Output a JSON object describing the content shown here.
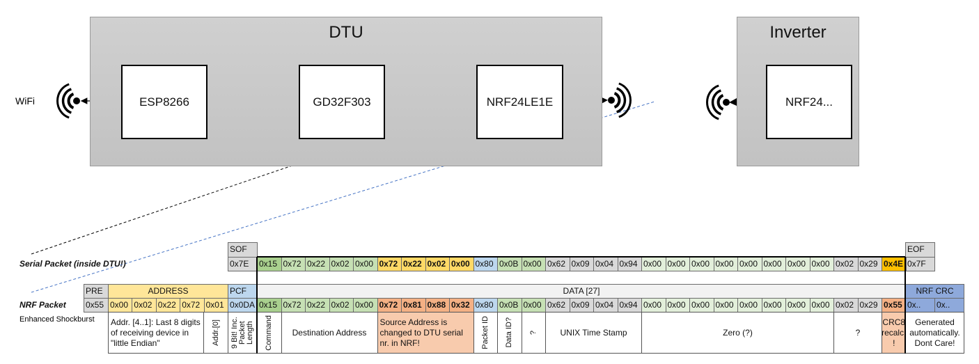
{
  "dtu": {
    "title": "DTU",
    "chips": [
      "ESP8266",
      "GD32F303",
      "NRF24LE1E"
    ]
  },
  "inverter": {
    "title": "Inverter",
    "chip": "NRF24..."
  },
  "wifi_label": "WiFi",
  "colors": {
    "orange_arrow": "#ed7d31",
    "green_arrow": "#70ad47",
    "serial_dash": "#000000",
    "nrf_dash": "#4472c4"
  },
  "serial": {
    "label": "Serial Packet (inside DTU!)",
    "sof_header": "SOF",
    "sof": "0x7E",
    "eof_header": "EOF",
    "eof": "0x7F",
    "bytes": [
      "0x15",
      "0x72",
      "0x22",
      "0x02",
      "0x00",
      "0x72",
      "0x22",
      "0x02",
      "0x00",
      "0x80",
      "0x0B",
      "0x00",
      "0x62",
      "0x09",
      "0x04",
      "0x94",
      "0x00",
      "0x00",
      "0x00",
      "0x00",
      "0x00",
      "0x00",
      "0x00",
      "0x00",
      "0x02",
      "0x29",
      "0x4E"
    ]
  },
  "nrf": {
    "label": "NRF Packet",
    "sublabel": "Enhanced Shockburst",
    "pre_header": "PRE",
    "pre": "0x55",
    "address_header": "ADDRESS",
    "address": [
      "0x00",
      "0x02",
      "0x22",
      "0x72",
      "0x01"
    ],
    "pcf_header": "PCF",
    "pcf": "0x0DA",
    "data_header": "DATA [27]",
    "bytes": [
      "0x15",
      "0x72",
      "0x22",
      "0x02",
      "0x00",
      "0x72",
      "0x81",
      "0x88",
      "0x32",
      "0x80",
      "0x0B",
      "0x00",
      "0x62",
      "0x09",
      "0x04",
      "0x94",
      "0x00",
      "0x00",
      "0x00",
      "0x00",
      "0x00",
      "0x00",
      "0x00",
      "0x00",
      "0x02",
      "0x29",
      "0x55"
    ],
    "crc_header": "NRF CRC",
    "crc": [
      "0x..",
      "0x.."
    ],
    "addr_desc": "Addr. [4..1]: Last 8 digits of receiving device in \"little Endian\"",
    "addr0_desc": "Addr.[0]",
    "pcf_desc": "9 Bit! Inc. Packet Length",
    "crc_desc": "Generated automatically. Dont Care!",
    "fields": [
      {
        "label": "Command",
        "from": 0,
        "to": 0,
        "rot": true
      },
      {
        "label": "Destination Address",
        "from": 1,
        "to": 4
      },
      {
        "label": "Source Address is changed to DTU serial nr. in NRF!",
        "from": 5,
        "to": 8,
        "color": "#f8cbad",
        "left": true
      },
      {
        "label": "Packet ID",
        "from": 9,
        "to": 9,
        "rot": true
      },
      {
        "label": "Data ID?",
        "from": 10,
        "to": 10,
        "rot": true
      },
      {
        "label": "?",
        "from": 11,
        "to": 11,
        "rot": true
      },
      {
        "label": "UNIX Time Stamp",
        "from": 12,
        "to": 15
      },
      {
        "label": "Zero (?)",
        "from": 16,
        "to": 23
      },
      {
        "label": "?",
        "from": 24,
        "to": 25
      },
      {
        "label": "CRC8 recalc. !",
        "from": 26,
        "to": 26,
        "color": "#f8cbad"
      }
    ]
  },
  "byte_colors": {
    "cmd": "#a9d08e",
    "light": "#c6e0b4",
    "zero": "#e2efda",
    "gray": "#d9d9d9",
    "blue": "#bdd7ee",
    "serial_src": "#ffd966",
    "serial_crc": "#ffc000",
    "nrf_src": "#f4b084",
    "nrf_crc": "#f4b084",
    "pre": "#d9d9d9",
    "address": "#ffe699",
    "pcf": "#bdd7ee",
    "crc": "#8ea9db",
    "data_header": "#f2f2f2"
  }
}
